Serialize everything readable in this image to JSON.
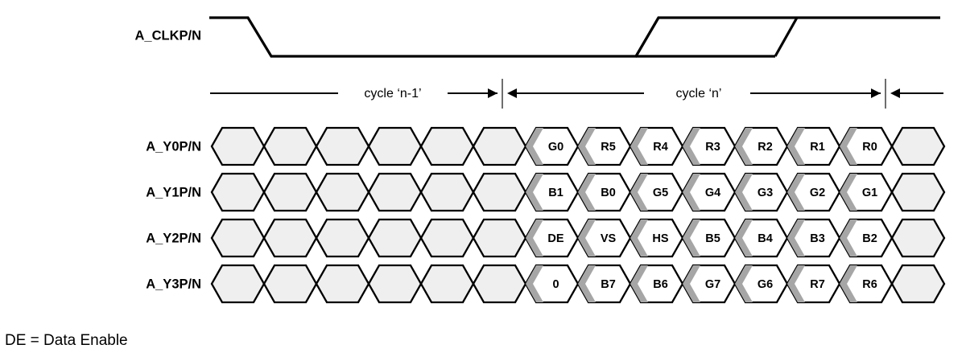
{
  "figure": {
    "caption": "DE = Data Enable",
    "clock": {
      "label": "A_CLKP/N",
      "icon": "clock-waveform-icon"
    },
    "cycles": [
      {
        "label": "cycle ‘n-1’"
      },
      {
        "label": "cycle ‘n’"
      }
    ],
    "lanes": [
      {
        "label": "A_Y0P/N",
        "cells": [
          "",
          "",
          "",
          "",
          "",
          "",
          "G0",
          "R5",
          "R4",
          "R3",
          "R2",
          "R1",
          "R0",
          ""
        ]
      },
      {
        "label": "A_Y1P/N",
        "cells": [
          "",
          "",
          "",
          "",
          "",
          "",
          "B1",
          "B0",
          "G5",
          "G4",
          "G3",
          "G2",
          "G1",
          ""
        ]
      },
      {
        "label": "A_Y2P/N",
        "cells": [
          "",
          "",
          "",
          "",
          "",
          "",
          "DE",
          "VS",
          "HS",
          "B5",
          "B4",
          "B3",
          "B2",
          ""
        ]
      },
      {
        "label": "A_Y3P/N",
        "cells": [
          "",
          "",
          "",
          "",
          "",
          "",
          "0",
          "B7",
          "B6",
          "G7",
          "G6",
          "R7",
          "R6",
          ""
        ]
      }
    ],
    "colors": {
      "stroke": "#000000",
      "empty_cell_fill": "#efefef",
      "data_cell_fill": "#ffffff",
      "chevron_shade": "#a6a6a6",
      "background": "#ffffff"
    }
  }
}
